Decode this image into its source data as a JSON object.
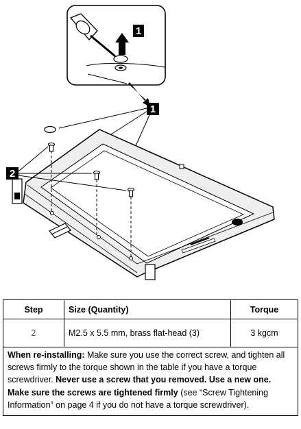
{
  "callouts": {
    "one": "1",
    "two": "2"
  },
  "table": {
    "headers": {
      "step": "Step",
      "size": "Size (Quantity)",
      "torque": "Torque"
    },
    "row": {
      "step": "2",
      "size": "M2.5 x 5.5 mm, brass flat-head (3)",
      "torque": "3 kgcm"
    },
    "note": {
      "lead": "When re-installing:",
      "t1": " Make sure you use the correct screw, and tighten all screws firmly to the torque shown in the table if you have a torque screwdriver. ",
      "b1": "Never use a screw that you removed. Use a new one. Make sure the screws are tightened firmly",
      "t2": " (see “Screw Tightening Information” on page 4 if you do not have a torque screwdriver)."
    }
  },
  "colors": {
    "frame_fill": "#eeeeee",
    "line": "#000000"
  }
}
